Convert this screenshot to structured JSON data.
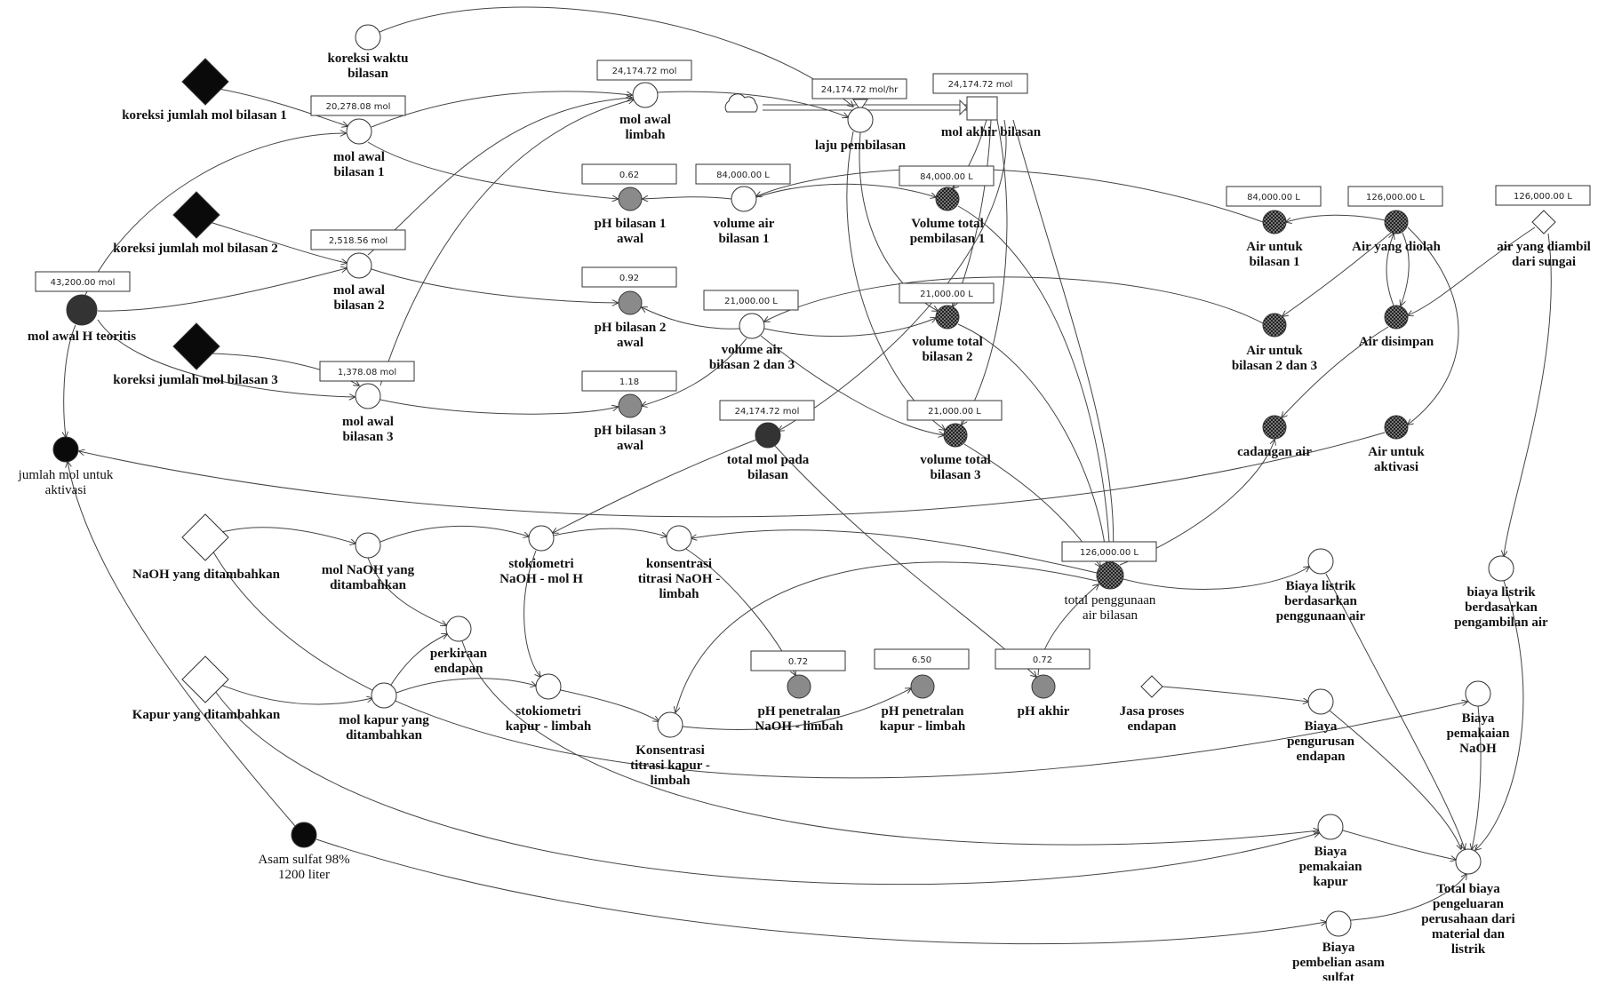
{
  "diagram": {
    "nodes": [
      {
        "id": "koreksi_waktu",
        "label": "koreksi waktu\nbilasan",
        "shape": "circle",
        "fill": "white",
        "bold": true
      },
      {
        "id": "koreksi1",
        "label": "koreksi jumlah mol bilasan 1",
        "shape": "diamond",
        "fill": "black",
        "bold": true
      },
      {
        "id": "koreksi2",
        "label": "koreksi jumlah mol bilasan 2",
        "shape": "diamond",
        "fill": "black",
        "bold": true
      },
      {
        "id": "koreksi3",
        "label": "koreksi jumlah mol bilasan 3",
        "shape": "diamond",
        "fill": "black",
        "bold": true
      },
      {
        "id": "mol_awal_1",
        "label": "mol awal\nbilasan 1",
        "shape": "circle",
        "fill": "white",
        "bold": true,
        "value": "20,278.08 mol"
      },
      {
        "id": "mol_awal_2",
        "label": "mol awal\nbilasan 2",
        "shape": "circle",
        "fill": "white",
        "bold": true,
        "value": "2,518.56 mol"
      },
      {
        "id": "mol_awal_3",
        "label": "mol awal\nbilasan 3",
        "shape": "circle",
        "fill": "white",
        "bold": true,
        "value": "1,378.08 mol"
      },
      {
        "id": "mol_awal_H",
        "label": "mol awal H teoritis",
        "shape": "circle",
        "fill": "dark",
        "bold": true,
        "value": "43,200.00 mol"
      },
      {
        "id": "jumlah_mol_aktivasi",
        "label": "jumlah mol untuk\naktivasi",
        "shape": "circle",
        "fill": "black",
        "bold": false
      },
      {
        "id": "mol_awal_limbah",
        "label": "mol awal\nlimbah",
        "shape": "circle",
        "fill": "white",
        "bold": true,
        "value": "24,174.72 mol"
      },
      {
        "id": "laju_pembilasan",
        "label": "laju pembilasan",
        "shape": "valve",
        "fill": "white",
        "bold": true,
        "value": "24,174.72 mol/hr"
      },
      {
        "id": "mol_akhir",
        "label": "mol akhir  bilasan",
        "shape": "stock",
        "fill": "white",
        "bold": true,
        "value": "24,174.72 mol"
      },
      {
        "id": "ph1",
        "label": "pH bilasan 1\nawal",
        "shape": "circle",
        "fill": "gray",
        "bold": true,
        "value": "0.62"
      },
      {
        "id": "ph2",
        "label": "pH bilasan 2\nawal",
        "shape": "circle",
        "fill": "gray",
        "bold": true,
        "value": "0.92"
      },
      {
        "id": "ph3",
        "label": "pH bilasan 3\nawal",
        "shape": "circle",
        "fill": "gray",
        "bold": true,
        "value": "1.18"
      },
      {
        "id": "vol_air_1",
        "label": "volume air\nbilasan 1",
        "shape": "circle",
        "fill": "white",
        "bold": true,
        "value": "84,000.00 L"
      },
      {
        "id": "vol_air_23",
        "label": "volume air\nbilasan 2 dan 3",
        "shape": "circle",
        "fill": "white",
        "bold": true,
        "value": "21,000.00 L"
      },
      {
        "id": "vol_total_1",
        "label": "Volume total\npembilasan 1",
        "shape": "circle",
        "fill": "checker",
        "bold": true,
        "value": "84,000.00 L"
      },
      {
        "id": "vol_total_2",
        "label": "volume total\nbilasan 2",
        "shape": "circle",
        "fill": "checker",
        "bold": true,
        "value": "21,000.00 L"
      },
      {
        "id": "vol_total_3",
        "label": "volume total\nbilasan 3",
        "shape": "circle",
        "fill": "checker",
        "bold": true,
        "value": "21,000.00 L"
      },
      {
        "id": "total_mol",
        "label": "total mol pada\nbilasan",
        "shape": "circle",
        "fill": "dark",
        "bold": true,
        "value": "24,174.72 mol"
      },
      {
        "id": "air_bilasan_1",
        "label": "Air untuk\nbilasan 1",
        "shape": "circle",
        "fill": "checker",
        "bold": true,
        "value": "84,000.00 L"
      },
      {
        "id": "air_diolah",
        "label": "Air yang diolah",
        "shape": "circle",
        "fill": "checker",
        "bold": true,
        "value": "126,000.00 L"
      },
      {
        "id": "air_sungai",
        "label": "air yang diambil\ndari sungai",
        "shape": "diamond",
        "fill": "white",
        "bold": true,
        "value": "126,000.00 L"
      },
      {
        "id": "air_bilasan_23",
        "label": "Air untuk\nbilasan 2 dan 3",
        "shape": "circle",
        "fill": "checker",
        "bold": true
      },
      {
        "id": "air_disimpan",
        "label": "Air disimpan",
        "shape": "circle",
        "fill": "checker",
        "bold": true
      },
      {
        "id": "cadangan_air",
        "label": "cadangan air",
        "shape": "circle",
        "fill": "checker",
        "bold": true
      },
      {
        "id": "air_aktivasi",
        "label": "Air untuk\naktivasi",
        "shape": "circle",
        "fill": "checker",
        "bold": true
      },
      {
        "id": "naoh_ditambahkan",
        "label": "NaOH yang ditambahkan",
        "shape": "diamond",
        "fill": "white",
        "bold": true
      },
      {
        "id": "mol_naoh",
        "label": "mol NaOH yang\nditambahkan",
        "shape": "circle",
        "fill": "white",
        "bold": true
      },
      {
        "id": "stok_naoh",
        "label": "stokiometri\nNaOH - mol H",
        "shape": "circle",
        "fill": "white",
        "bold": true
      },
      {
        "id": "kons_naoh",
        "label": "konsentrasi\ntitrasi NaOH -\nlimbah",
        "shape": "circle",
        "fill": "white",
        "bold": true
      },
      {
        "id": "total_penggunaan",
        "label": "total penggunaan\nair bilasan",
        "shape": "circle",
        "fill": "checker",
        "bold": false,
        "value": "126,000.00 L"
      },
      {
        "id": "biaya_listrik_air",
        "label": "Biaya listrik\nberdasarkan\npenggunaan air",
        "shape": "circle",
        "fill": "white",
        "bold": true
      },
      {
        "id": "biaya_listrik_ambil",
        "label": "biaya listrik\nberdasarkan\npengambilan air",
        "shape": "circle",
        "fill": "white",
        "bold": true
      },
      {
        "id": "perkiraan_endapan",
        "label": "perkiraan\nendapan",
        "shape": "circle",
        "fill": "white",
        "bold": true
      },
      {
        "id": "kapur_ditambahkan",
        "label": "Kapur yang ditambahkan",
        "shape": "diamond",
        "fill": "white",
        "bold": true
      },
      {
        "id": "mol_kapur",
        "label": "mol kapur yang\nditambahkan",
        "shape": "circle",
        "fill": "white",
        "bold": true
      },
      {
        "id": "stok_kapur",
        "label": "stokiometri\nkapur - limbah",
        "shape": "circle",
        "fill": "white",
        "bold": true
      },
      {
        "id": "kons_kapur",
        "label": "Konsentrasi\ntitrasi kapur -\nlimbah",
        "shape": "circle",
        "fill": "white",
        "bold": true
      },
      {
        "id": "ph_naoh",
        "label": "pH penetralan\nNaOH - limbah",
        "shape": "circle",
        "fill": "gray",
        "bold": true,
        "value": "0.72"
      },
      {
        "id": "ph_kapur",
        "label": "pH penetralan\nkapur - limbah",
        "shape": "circle",
        "fill": "gray",
        "bold": true,
        "value": "6.50"
      },
      {
        "id": "ph_akhir",
        "label": "pH akhir",
        "shape": "circle",
        "fill": "gray",
        "bold": true,
        "value": "0.72"
      },
      {
        "id": "jasa_endapan",
        "label": "Jasa proses\nendapan",
        "shape": "diamond",
        "fill": "white",
        "bold": true
      },
      {
        "id": "biaya_endapan",
        "label": "Biaya\npengurusan\nendapan",
        "shape": "circle",
        "fill": "white",
        "bold": true
      },
      {
        "id": "biaya_naoh",
        "label": "Biaya\npemakaian\nNaOH",
        "shape": "circle",
        "fill": "white",
        "bold": true
      },
      {
        "id": "biaya_kapur",
        "label": "Biaya\npemakaian\nkapur",
        "shape": "circle",
        "fill": "white",
        "bold": true
      },
      {
        "id": "total_biaya",
        "label": "Total biaya\npengeluaran\nperusahaan dari\nmaterial dan\nlistrik",
        "shape": "circle",
        "fill": "white",
        "bold": true
      },
      {
        "id": "asam_sulfat",
        "label": "Asam sulfat 98%\n1200 liter",
        "shape": "circle",
        "fill": "black",
        "bold": false
      },
      {
        "id": "biaya_asam",
        "label": "Biaya\npembelian asam\nsulfat",
        "shape": "circle",
        "fill": "white",
        "bold": true
      },
      {
        "id": "cloud",
        "label": "",
        "shape": "cloud",
        "fill": "white",
        "bold": false
      }
    ]
  }
}
